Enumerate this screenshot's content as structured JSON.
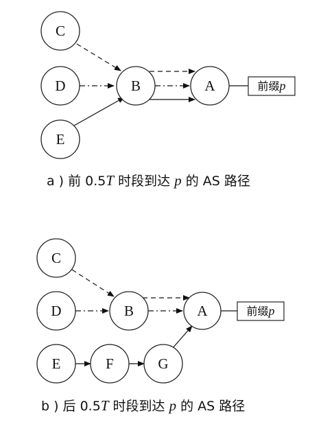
{
  "diagram_a": {
    "nodes": {
      "C": "C",
      "D": "D",
      "E": "E",
      "B": "B",
      "A": "A"
    },
    "prefix": {
      "text": "前缀",
      "var": "p"
    },
    "caption": {
      "prefix": "a ) 前 0.5",
      "T": "T",
      "middle": " 时段到达 ",
      "p": "p",
      "suffix": " 的 AS 路径"
    }
  },
  "diagram_b": {
    "nodes": {
      "C": "C",
      "D": "D",
      "E": "E",
      "F": "F",
      "G": "G",
      "B": "B",
      "A": "A"
    },
    "prefix": {
      "text": "前缀",
      "var": "p"
    },
    "caption": {
      "prefix": "b ) 后 0.5",
      "T": "T",
      "middle": " 时段到达 ",
      "p": "p",
      "suffix": " 的 AS 路径"
    }
  }
}
